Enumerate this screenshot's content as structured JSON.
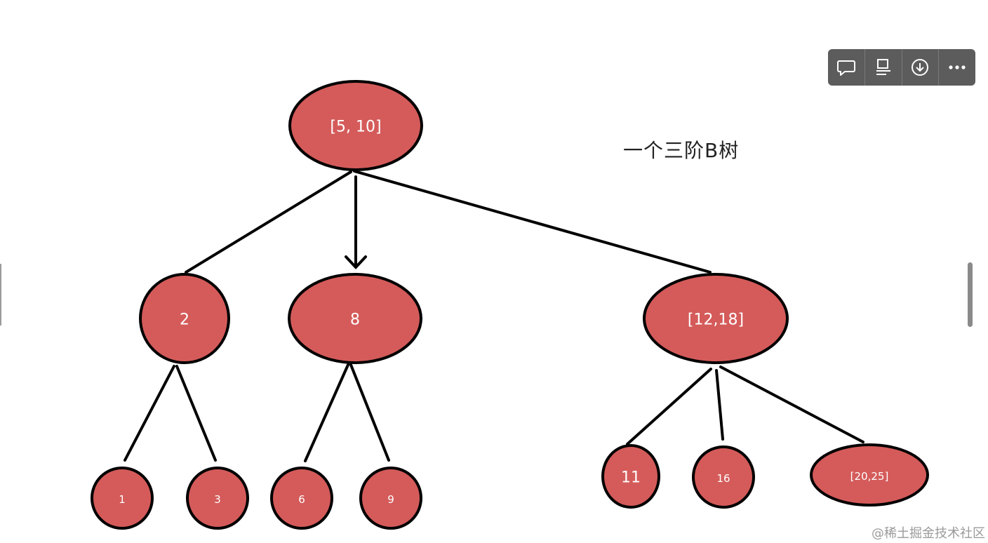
{
  "diagram": {
    "caption": "一个三阶B树",
    "nodes": {
      "root": "[5, 10]",
      "n2": "2",
      "n8": "8",
      "n12_18": "[12,18]",
      "n1": "1",
      "n3": "3",
      "n6": "6",
      "n9": "9",
      "n11": "11",
      "n16": "16",
      "n20_25": "[20,25]"
    }
  },
  "toolbar": {
    "buttons": [
      {
        "icon": "comment-icon"
      },
      {
        "icon": "outline-icon"
      },
      {
        "icon": "download-icon"
      },
      {
        "icon": "more-icon"
      }
    ]
  },
  "watermark": "@稀土掘金技术社区",
  "colors": {
    "node_fill": "#d45b5a",
    "toolbar_bg": "#5c5c5c"
  }
}
